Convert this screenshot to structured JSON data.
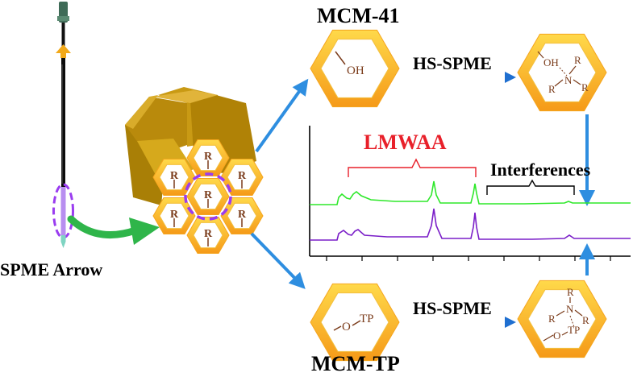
{
  "labels": {
    "spme_arrow": "SPME Arrow",
    "mcm41": "MCM-41",
    "mcmtp": "MCM-TP",
    "hs_spme_top": "HS-SPME",
    "hs_spme_bottom": "HS-SPME",
    "lmwaa": "LMWAA",
    "interferences": "Interferences"
  },
  "chem": {
    "oh": "OH",
    "r": "R",
    "n": "N",
    "o": "O",
    "tp": "TP"
  },
  "colors": {
    "hex_outer": "#f5a51e",
    "hex_inner": "#ffd94a",
    "hex_fill": "#ffffff",
    "arrow_blue": "#2e8ee0",
    "arrow_green": "#2fb54a",
    "trace_green": "#2ee82a",
    "trace_purple": "#7a1ec8",
    "bracket_red": "#e8202a",
    "chem_brown": "#7a3b1a",
    "dashed_purple": "#9a3cf0",
    "block_gold": "#c89a10"
  },
  "chromatogram": {
    "traces": [
      {
        "name": "green",
        "color": "#2ee82a"
      },
      {
        "name": "purple",
        "color": "#7a1ec8"
      }
    ]
  }
}
